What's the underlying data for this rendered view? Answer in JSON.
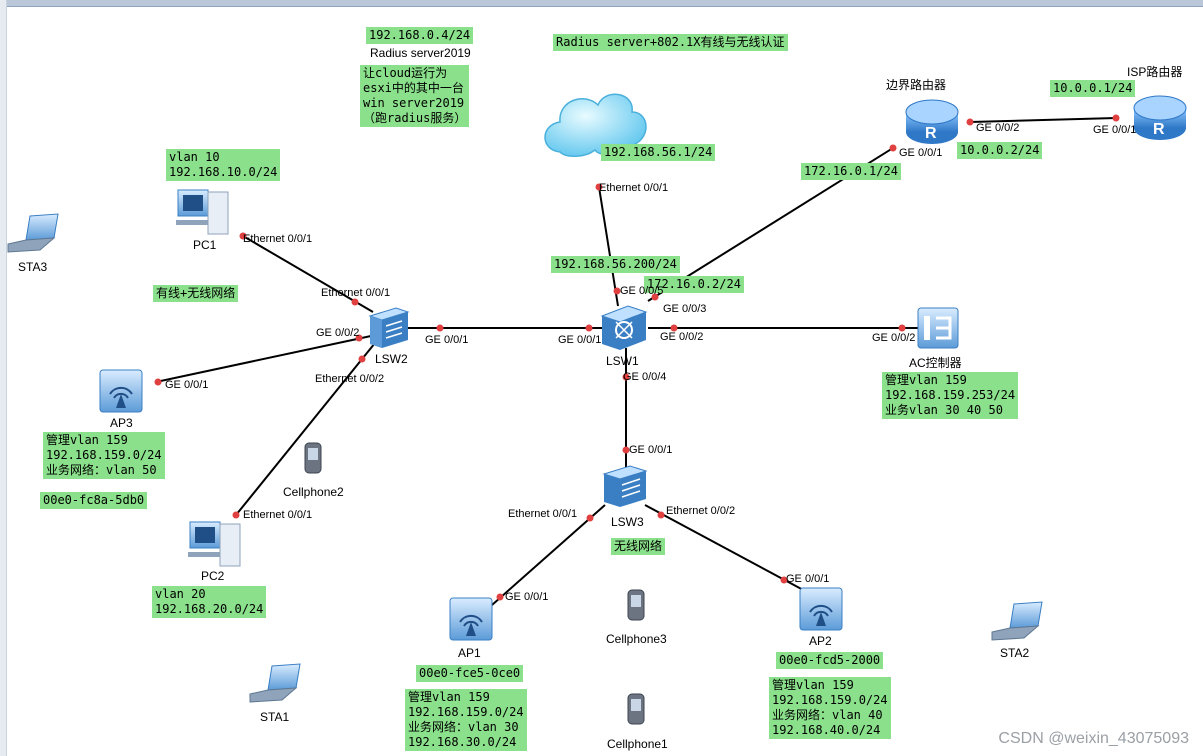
{
  "title": "Radius server+802.1X有线与无线认证",
  "notes": {
    "radius_ip": "192.168.0.4/24",
    "cloud_desc": "让cloud运行为\nesxi中的其中一台\nwin server2019\n（跑radius服务）",
    "cloud_ip": "192.168.56.1/24",
    "lsw1_ip_56": "192.168.56.200/24",
    "lsw1_ip_172": "172.16.0.2/24",
    "border_ip_172": "172.16.0.1/24",
    "border_ip_10": "10.0.0.2/24",
    "isp_ip": "10.0.0.1/24",
    "pc1": "vlan 10\n192.168.10.0/24",
    "wired_wireless": "有线+无线网络",
    "ap3": "管理vlan 159\n192.168.159.0/24\n业务网络：vlan 50",
    "ap3_mac": "00e0-fc8a-5db0",
    "pc2": "vlan 20\n192.168.20.0/24",
    "wireless": "无线网络",
    "ap1_mac": "00e0-fce5-0ce0",
    "ap1": "管理vlan 159\n192.168.159.0/24\n业务网络：vlan 30\n192.168.30.0/24",
    "ap2_mac": "00e0-fcd5-2000",
    "ap2": "管理vlan 159\n192.168.159.0/24\n业务网络：vlan 40\n192.168.40.0/24",
    "ac": "管理vlan 159\n192.168.159.253/24\n业务vlan 30 40 50"
  },
  "devices": {
    "radius": "Radius server2019",
    "border": "边界路由器",
    "isp": "ISP路由器",
    "pc1": "PC1",
    "sta3": "STA3",
    "lsw2": "LSW2",
    "lsw1": "LSW1",
    "lsw3": "LSW3",
    "ac": "AC控制器",
    "ap3": "AP3",
    "cellphone2": "Cellphone2",
    "pc2": "PC2",
    "sta1": "STA1",
    "ap1": "AP1",
    "cellphone3": "Cellphone3",
    "cellphone1": "Cellphone1",
    "ap2": "AP2",
    "sta2": "STA2"
  },
  "ports": {
    "border_ge002": "GE 0/0/2",
    "isp_ge001": "GE 0/0/1",
    "border_ge001": "GE 0/0/1",
    "cloud_eth": "Ethernet 0/0/1",
    "pc1_eth": "Ethernet 0/0/1",
    "lsw2_eth001": "Ethernet 0/0/1",
    "lsw1_ge005": "GE 0/0/5",
    "lsw1_ge003": "GE 0/0/3",
    "lsw2_ge002": "GE 0/0/2",
    "lsw2_ge001": "GE 0/0/1",
    "lsw1_ge001": "GE 0/0/1",
    "lsw1_ge002": "GE 0/0/2",
    "ac_ge002": "GE 0/0/2",
    "ap3_ge001": "GE 0/0/1",
    "lsw2_eth002": "Ethernet 0/0/2",
    "lsw1_ge004": "GE 0/0/4",
    "lsw3_ge001": "GE 0/0/1",
    "lsw3_eth001": "Ethernet 0/0/1",
    "lsw3_eth002": "Ethernet 0/0/2",
    "pc2_eth": "Ethernet 0/0/1",
    "ap1_ge001": "GE 0/0/1",
    "ap2_ge001": "GE 0/0/1"
  },
  "watermark": "CSDN @weixin_43075093",
  "colors": {
    "note_bg": "#8be08b",
    "link": "#000000",
    "port_dot": "#e04040",
    "device_blue": "#3a7fc4"
  }
}
